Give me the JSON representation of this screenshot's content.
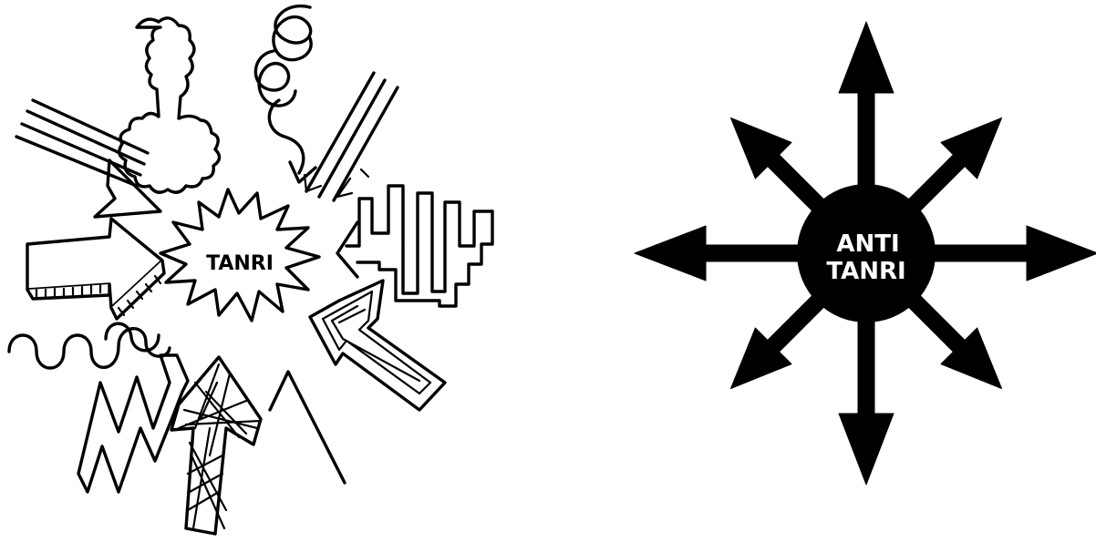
{
  "left_panel": {
    "center_label": "TANRI"
  },
  "right_panel": {
    "center_label_line1": "ANTI",
    "center_label_line2": "TANRI"
  },
  "colors": {
    "ink": "#000000",
    "paper": "#ffffff"
  }
}
